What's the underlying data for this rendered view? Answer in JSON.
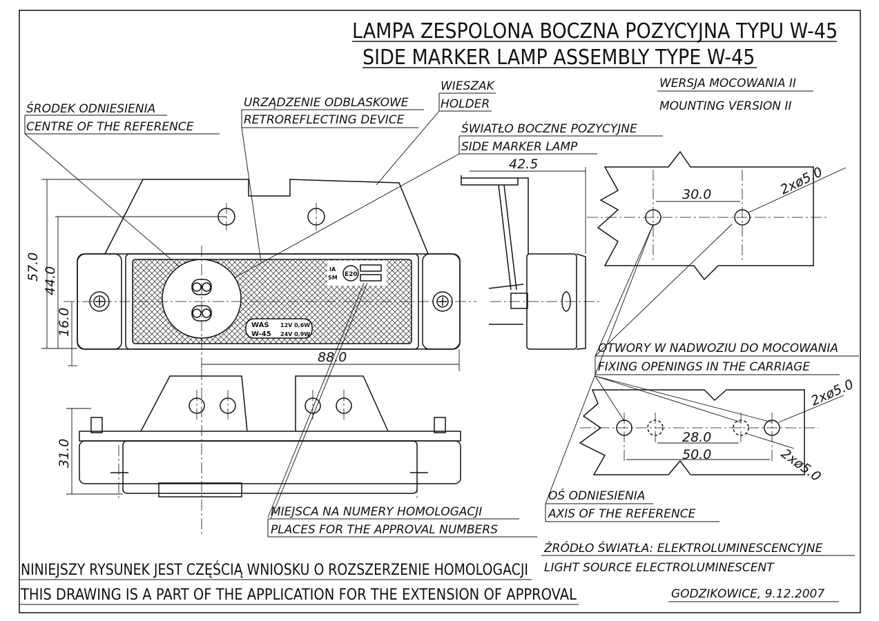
{
  "title": {
    "line1": "LAMPA ZESPOLONA BOCZNA POZYCYJNA TYPU W-45",
    "line2": "SIDE MARKER LAMP ASSEMBLY TYPE W-45"
  },
  "version": {
    "pl": "WERSJA MOCOWANIA II",
    "en": "MOUNTING VERSION II"
  },
  "labels": {
    "reference_centre_pl": "ŚRODEK ODNIESIENIA",
    "reference_centre_en": "CENTRE OF THE REFERENCE",
    "retro_pl": "URZĄDZENIE ODBLASKOWE",
    "retro_en": "RETROREFLECTING DEVICE",
    "holder_pl": "WIESZAK",
    "holder_en": "HOLDER",
    "side_lamp_pl": "ŚWIATŁO BOCZNE POZYCYJNE",
    "side_lamp_en": "SIDE MARKER LAMP",
    "fixing_pl": "OTWORY W NADWOZIU DO MOCOWANIA",
    "fixing_en": "FIXING OPENINGS IN THE CARRIAGE",
    "axis_pl": "OŚ ODNIESIENIA",
    "axis_en": "AXIS OF THE REFERENCE",
    "approval_pl": "MIEJSCA NA NUMERY HOMOLOGACJI",
    "approval_en": "PLACES FOR THE APPROVAL NUMBERS",
    "light_source_pl": "ŹRÓDŁO ŚWIATŁA: ELEKTROLUMINESCENCYJNE",
    "light_source_en": "LIGHT SOURCE ELECTROLUMINESCENT"
  },
  "dimensions": {
    "height_total": "57.0",
    "height_mid": "44.0",
    "height_low": "16.0",
    "length": "88.0",
    "depth": "42.5",
    "bottom_height": "31.0",
    "hole_pitch_top": "30.0",
    "hole_dia_top": "2xø5.0",
    "hole_pitch_inner": "28.0",
    "hole_pitch_outer": "50.0",
    "hole_dia_right": "2xø5.0",
    "hole_dia_right2": "2xø5.0"
  },
  "lamp_marking": {
    "brand": "WAŚ",
    "model": "W-45",
    "volt1": "12V 0,6W",
    "volt2": "24V 0,9W",
    "ia": "IA",
    "sm": "SM",
    "approval_mark": "E20"
  },
  "footer": {
    "note_pl": "NINIEJSZY RYSUNEK JEST CZĘŚCIĄ WNIOSKU O ROZSZERZENIE HOMOLOGACJI",
    "note_en": "THIS DRAWING IS A PART OF THE APPLICATION FOR THE EXTENSION OF APPROVAL",
    "place_date": "GODZIKOWICE, 9.12.2007"
  }
}
